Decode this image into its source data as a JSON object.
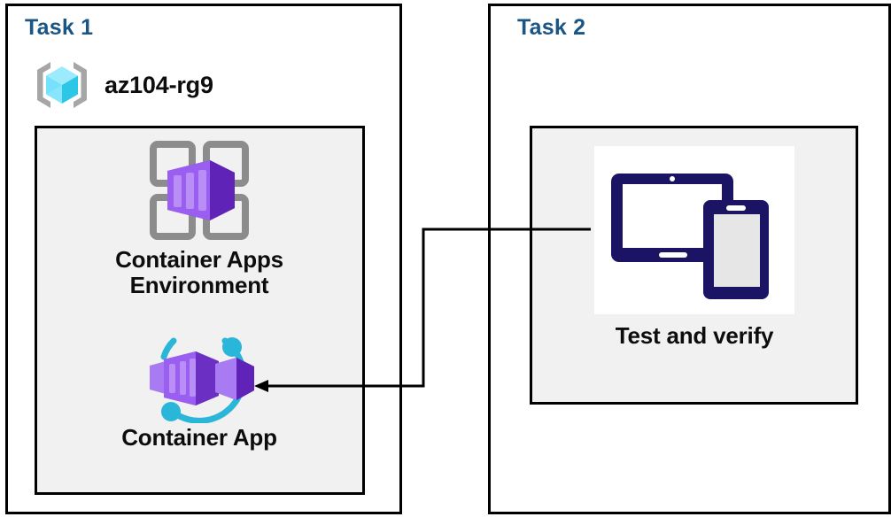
{
  "diagram": {
    "title": "Azure Container Apps task diagram",
    "background": "#ffffff",
    "colors": {
      "panel_border": "#000000",
      "inner_box_fill": "#f1f1f1",
      "task_label": "#1a5584",
      "caption": "#0d0d0d",
      "azure_purple": "#7a3ed9",
      "azure_purple_light": "#9b6cf0",
      "azure_cyan": "#29b6d8",
      "azure_blue_light": "#86e0fa",
      "device_navy": "#1b1464",
      "icon_gray": "#8c8c8c"
    }
  },
  "task1": {
    "label": "Task 1",
    "resource_group": {
      "icon": "resource-group-icon",
      "name": "az104-rg9"
    },
    "nodes": [
      {
        "id": "container-apps-environment",
        "icon": "container-apps-environment-icon",
        "caption": "Container Apps\nEnvironment"
      },
      {
        "id": "container-app",
        "icon": "container-app-icon",
        "caption": "Container App"
      }
    ]
  },
  "task2": {
    "label": "Task 2",
    "nodes": [
      {
        "id": "test-and-verify",
        "icon": "devices-tablet-phone-icon",
        "caption": "Test and verify"
      }
    ]
  },
  "connector": {
    "name": "test-to-container-app-connector",
    "from": "test-and-verify",
    "to": "container-app",
    "arrow_direction": "left",
    "color": "#000000"
  }
}
